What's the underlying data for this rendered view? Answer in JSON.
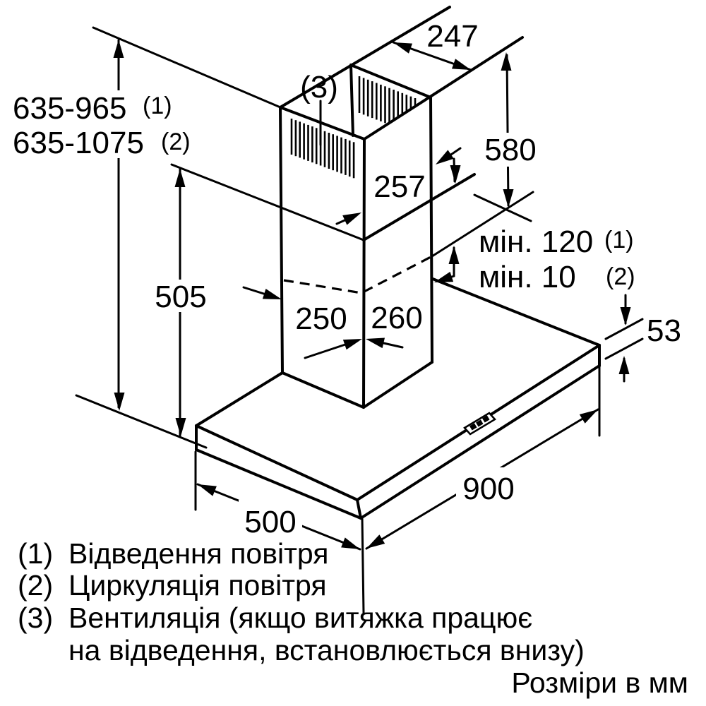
{
  "drawing": {
    "type": "installation-dimension-diagram",
    "product": "wall-mounted chimney cooker hood",
    "units_note": "Розміри в мм",
    "dimensions": {
      "height_exhaust": "635-965",
      "height_exhaust_ref": "(1)",
      "height_recirc": "635-1075",
      "height_recirc_ref": "(2)",
      "chimney_top_depth": "247",
      "vent_callout": "(3)",
      "upper_duct_length": "580",
      "upper_duct_visible": "257",
      "min_clearance_exhaust": "мін. 120",
      "min_clearance_exhaust_ref": "(1)",
      "min_clearance_recirc": "мін. 10",
      "min_clearance_recirc_ref": "(2)",
      "lower_section_height": "505",
      "chimney_width": "250",
      "chimney_depth": "260",
      "canopy_height": "53",
      "canopy_width": "900",
      "canopy_depth": "500"
    },
    "legend": [
      {
        "ref": "(1)",
        "text": "Відведення повітря"
      },
      {
        "ref": "(2)",
        "text": "Циркуляція повітря"
      },
      {
        "ref": "(3)",
        "text": "Вентиляція (якщо витяжка працює"
      },
      {
        "ref": "",
        "text": "на відведення, встановлюється внизу)"
      }
    ],
    "colors": {
      "line": "#000000",
      "background": "#ffffff"
    }
  }
}
